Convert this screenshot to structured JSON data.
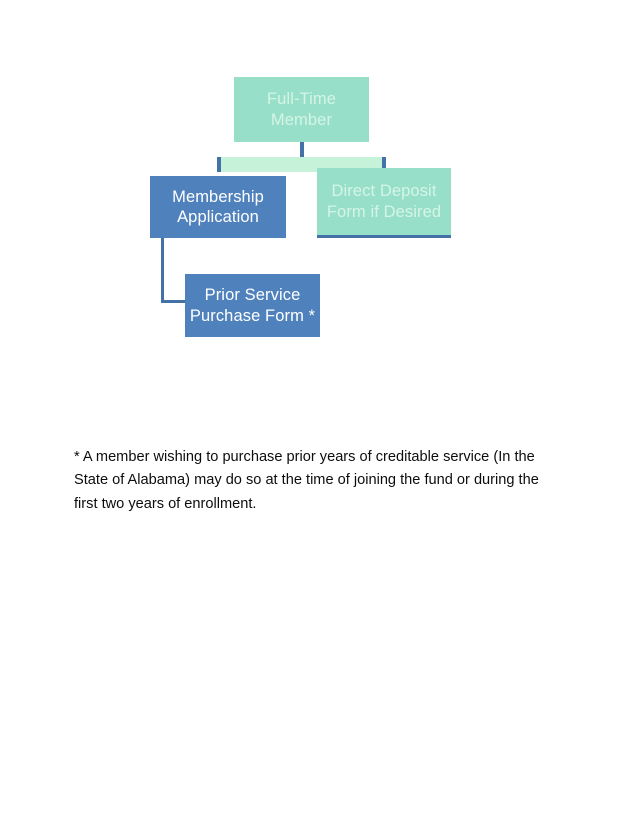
{
  "document": {
    "page_background": "#ffffff",
    "text_color": "#0d0d0d"
  },
  "colors": {
    "teal_fill": "#98dfca",
    "teal_text": "#d4f5e6",
    "blue_fill": "#4f81bd",
    "blue_text": "#ffffff",
    "connector_blue": "#4472a8",
    "connector_bar_fill": "#c5f2d9"
  },
  "diagram": {
    "nodes": {
      "root": {
        "label": "Full-Time\nMember",
        "style": "teal"
      },
      "membership": {
        "label": "Membership\nApplication",
        "style": "blue"
      },
      "deposit": {
        "label": "Direct Deposit\nForm if Desired",
        "style": "teal"
      },
      "prior_service": {
        "label": "Prior Service\nPurchase Form *",
        "style": "blue"
      }
    }
  },
  "footnote": {
    "text": "*  A member wishing to purchase prior years of creditable service (In the State of Alabama) may do so at the time of joining the fund or during the first two years of enrollment."
  }
}
